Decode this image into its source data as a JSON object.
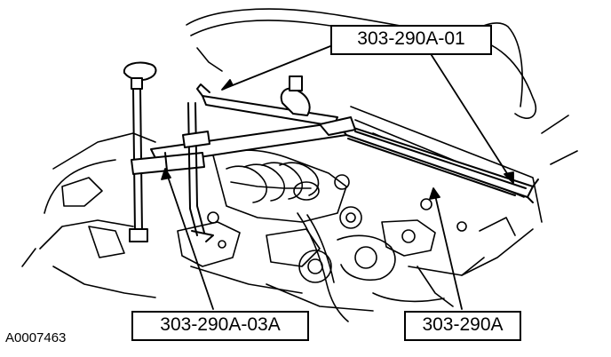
{
  "labels": {
    "tool_a01": "303-290A-01",
    "tool_a03a": "303-290A-03A",
    "tool_a": "303-290A"
  },
  "figure_id": "A0007463",
  "colors": {
    "line": "#000000",
    "background": "#ffffff"
  }
}
